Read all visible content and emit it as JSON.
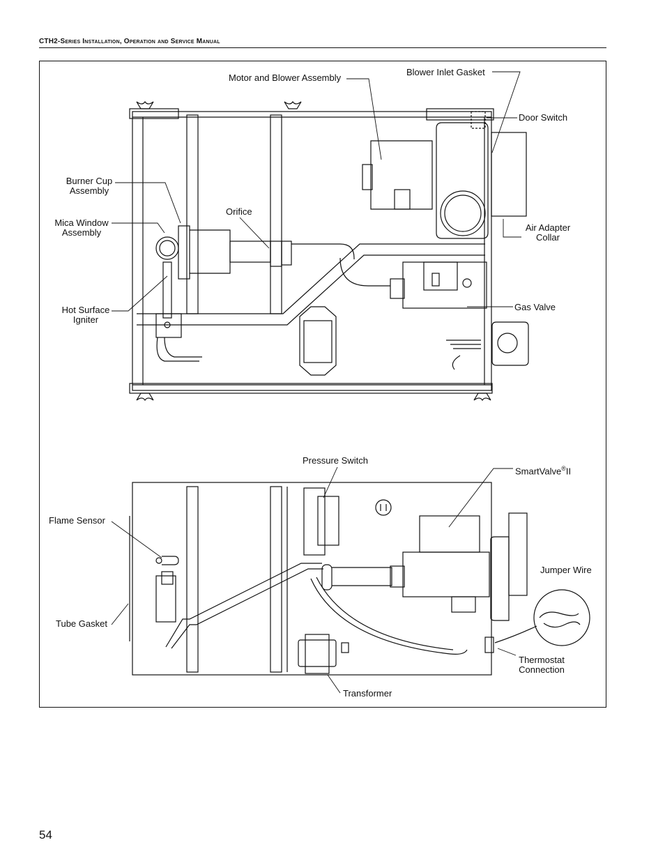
{
  "header": {
    "title": "CTH2-Series Installation, Operation and Service Manual"
  },
  "page_number": "54",
  "labels": {
    "motor_blower": "Motor and Blower Assembly",
    "blower_inlet_gasket": "Blower Inlet Gasket",
    "door_switch": "Door Switch",
    "burner_cup_1": "Burner Cup",
    "burner_cup_2": "Assembly",
    "orifice": "Orifice",
    "mica_window_1": "Mica Window",
    "mica_window_2": "Assembly",
    "air_adapter_1": "Air Adapter",
    "air_adapter_2": "Collar",
    "hot_surface_1": "Hot Surface",
    "hot_surface_2": "Igniter",
    "gas_valve": "Gas Valve",
    "pressure_switch": "Pressure Switch",
    "smartvalve": "SmartValve",
    "smartvalve_reg": "®",
    "smartvalve_suffix": "II",
    "flame_sensor": "Flame Sensor",
    "jumper_wire": "Jumper Wire",
    "tube_gasket": "Tube Gasket",
    "thermostat_1": "Thermostat",
    "thermostat_2": "Connection",
    "transformer": "Transformer"
  }
}
